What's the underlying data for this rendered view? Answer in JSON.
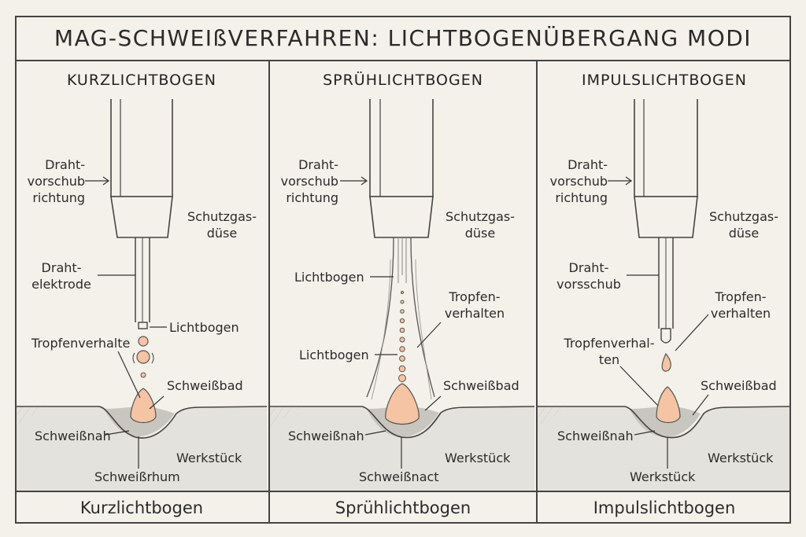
{
  "title": "MAG-SCHWEIßVERFAHREN: LICHTBOGENÜBERGANG MODI",
  "columns": [
    {
      "header": "KURZLICHTBOGEN",
      "footer": "Kurzlichtbogen",
      "labels": {
        "feed_1": "Draht-",
        "feed_2": "vorschub",
        "feed_3": "richtung",
        "nozzle_1": "Schutzgas-",
        "nozzle_2": "düse",
        "wire_1": "Draht-",
        "wire_2": "elektrode",
        "arc": "Lichtbogen",
        "droplet": "Tropfenverhalte",
        "pool": "Schweißbad",
        "seam": "Schweißnah",
        "workpiece": "Werkstück",
        "bottom": "Schweißrhum"
      }
    },
    {
      "header": "SPRÜHLICHTBOGEN",
      "footer": "Sprühlichtbogen",
      "labels": {
        "feed_1": "Draht-",
        "feed_2": "vorschub",
        "feed_3": "richtung",
        "nozzle_1": "Schutzgas-",
        "nozzle_2": "düse",
        "arc_1": "Lichtbogen",
        "droplet_1": "Tropfen-",
        "droplet_2": "verhalten",
        "arc_2": "Lichtbogen",
        "pool": "Schweißbad",
        "seam": "Schweißnah",
        "workpiece": "Werkstück",
        "bottom": "Schweißnact"
      }
    },
    {
      "header": "IMPULSLICHTBOGEN",
      "footer": "Impulslichtbogen",
      "labels": {
        "feed_1": "Draht-",
        "feed_2": "vorschub",
        "feed_3": "richtung",
        "nozzle_1": "Schutzgas-",
        "nozzle_2": "düse",
        "wire_1": "Draht-",
        "wire_2": "vorsschub",
        "droplet_r_1": "Tropfen-",
        "droplet_r_2": "verhalten",
        "droplet_l_1": "Tropfenverhal-",
        "droplet_l_2": "ten",
        "pool": "Schweißbad",
        "seam": "Schweißnah",
        "workpiece": "Werkstück",
        "bottom": "Werkstück"
      }
    }
  ],
  "colors": {
    "line": "#444444",
    "droplet": "#f5c4a4",
    "plate": "#e4e2dc",
    "pool": "#c9c6bf"
  }
}
